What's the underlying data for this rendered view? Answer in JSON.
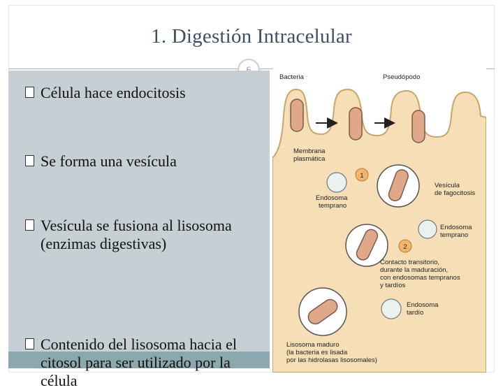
{
  "slide": {
    "title": "1. Digestión Intracelular",
    "number": "6"
  },
  "bullets": [
    {
      "text": "Célula hace endocitosis"
    },
    {
      "text": "Se forma una vesícula"
    },
    {
      "text": "Vesícula se fusiona al lisosoma (enzimas digestivas)"
    },
    {
      "text": "Contenido del lisosoma hacia el citosol para ser utilizado por la célula"
    }
  ],
  "figure": {
    "labels": {
      "bacteria": "Bacteria",
      "pseudopod": "Pseudópodo",
      "membrane_1": "Membrana",
      "membrane_2": "plasmática",
      "early_endosome_left_1": "Endosoma",
      "early_endosome_left_2": "temprano",
      "phago_vesicle_1": "Vesícula",
      "phago_vesicle_2": "de fagocitosis",
      "early_endosome_right_1": "Endosoma",
      "early_endosome_right_2": "temprano",
      "contact_1": "Contacto transitorio,",
      "contact_2": "durante la maduración,",
      "contact_3": "con endosomas tempranos",
      "contact_4": "y tardíos",
      "late_endosome_1": "Endosoma",
      "late_endosome_2": "tardío",
      "lysosome_1": "Lisosoma maduro",
      "lysosome_2": "(la bacteria es lisada",
      "lysosome_3": "por las hidrolasas lisosomales)",
      "step1": "1",
      "step2": "2"
    }
  },
  "colors": {
    "title": "#3c4f66",
    "content_bg": "#c6cfd4",
    "footer_bar": "#8aa8ad",
    "cell_fill": "#f6dfb7",
    "bacteria_fill": "#dfa88a"
  }
}
